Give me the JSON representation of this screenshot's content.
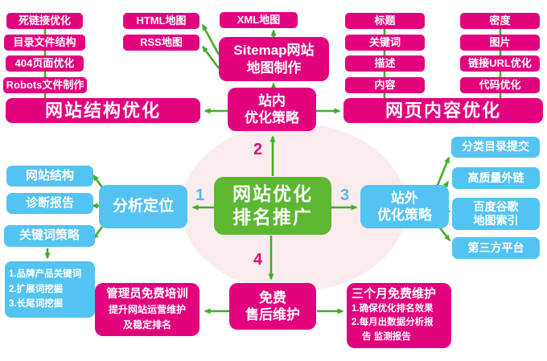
{
  "colors": {
    "pink": "#E2027E",
    "blue": "#53C3F1",
    "green": "#5CB831",
    "arrow": "#3FAF25",
    "halo": "#FAECEC",
    "num-blue": "#4FB8EC",
    "num-pink": "#E2027E"
  },
  "center": {
    "line1": "网站优化",
    "line2": "排名推广"
  },
  "numbers": {
    "n1": "1",
    "n2": "2",
    "n3": "3",
    "n4": "4"
  },
  "structure": {
    "title": "网站结构优化",
    "items": [
      "死链接优化",
      "目录文件结构",
      "404页面优化",
      "Robots文件制作"
    ]
  },
  "sitemap": {
    "line1": "Sitemap网站",
    "line2": "地图制作",
    "maps": [
      "HTML地图",
      "RSS地图",
      "XML地图"
    ]
  },
  "onsite": {
    "line1": "站内",
    "line2": "优化策略"
  },
  "webcontent": {
    "title": "网页内容优化",
    "col1": [
      "标题",
      "关键词",
      "描述",
      "内容"
    ],
    "col2": [
      "密度",
      "图片",
      "链接URL优化",
      "代码优化"
    ]
  },
  "analysis": {
    "title": "分析定位",
    "items": [
      "网站结构",
      "诊断报告",
      "关键词策略"
    ],
    "keywords": [
      "1.品牌产品关键词",
      "2.扩展词挖掘",
      "3.长尾词挖掘"
    ]
  },
  "offsite": {
    "line1": "站外",
    "line2": "优化策略",
    "items": [
      {
        "line1": "分类目录提交",
        "line2": ""
      },
      {
        "line1": "高质量外链",
        "line2": ""
      },
      {
        "line1": "百度谷歌",
        "line2": "地图索引"
      },
      {
        "line1": "第三方平台",
        "line2": ""
      }
    ]
  },
  "aftersale": {
    "line1": "免费",
    "line2": "售后维护"
  },
  "training": {
    "title": "管理员免费培训",
    "line1": "提升网站运营维护",
    "line2": "及稳定排名"
  },
  "maintenance": {
    "title": "三个月免费维护",
    "line1": "1.确保优化排名效果",
    "line2": "2.每月出数据分析报",
    "line3": "告  监测报告"
  }
}
